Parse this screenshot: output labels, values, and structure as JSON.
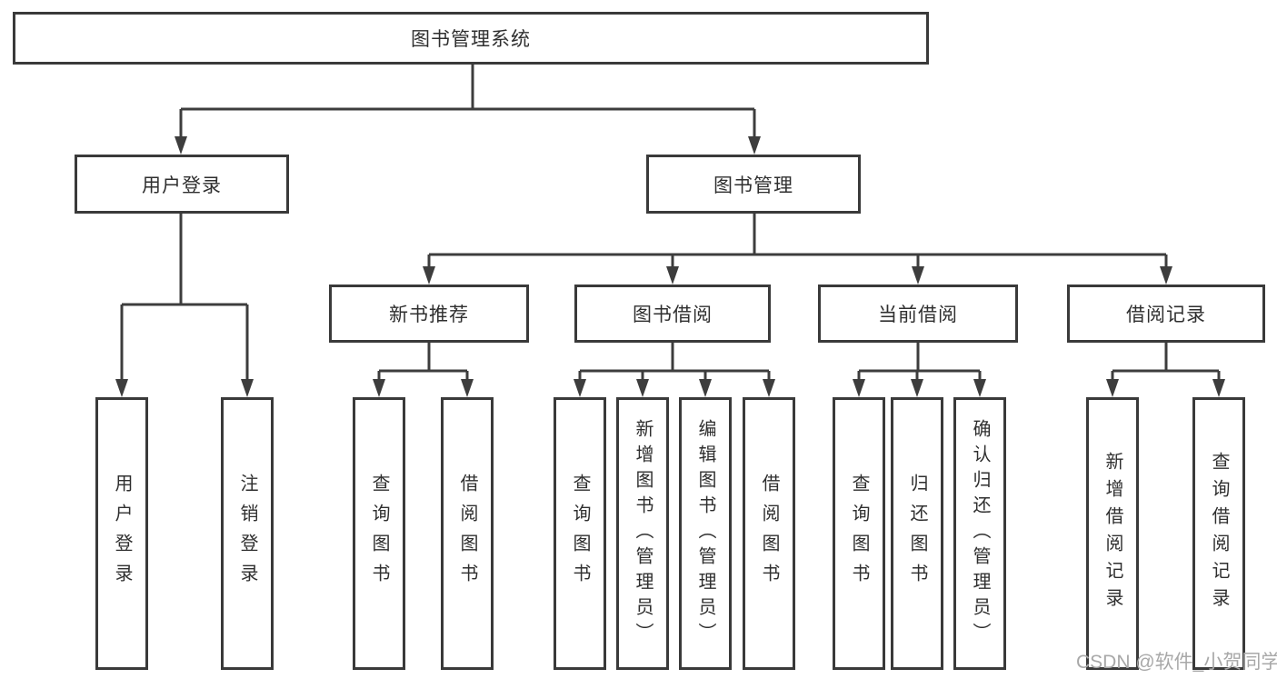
{
  "watermark": "CSDN @软件_小贺同学",
  "colors": {
    "line": "#3d3d3d",
    "border": "#3a3a3a",
    "text": "#2f2f2f",
    "background": "#ffffff",
    "watermark": "#a8a8a8"
  },
  "tree": {
    "root": {
      "label": "图书管理系统"
    },
    "branches": [
      {
        "label": "用户登录",
        "children": [
          {
            "label": "用户登录"
          },
          {
            "label": "注销登录"
          }
        ]
      },
      {
        "label": "图书管理",
        "sections": [
          {
            "label": "新书推荐",
            "children": [
              {
                "label": "查询图书"
              },
              {
                "label": "借阅图书"
              }
            ]
          },
          {
            "label": "图书借阅",
            "children": [
              {
                "label": "查询图书"
              },
              {
                "label": "新增图书（管理员）"
              },
              {
                "label": "编辑图书（管理员）"
              },
              {
                "label": "借阅图书"
              }
            ]
          },
          {
            "label": "当前借阅",
            "children": [
              {
                "label": "查询图书"
              },
              {
                "label": "归还图书"
              },
              {
                "label": "确认归还（管理员）"
              }
            ]
          },
          {
            "label": "借阅记录",
            "children": [
              {
                "label": "新增借阅记录"
              },
              {
                "label": "查询借阅记录"
              }
            ]
          }
        ]
      }
    ]
  }
}
